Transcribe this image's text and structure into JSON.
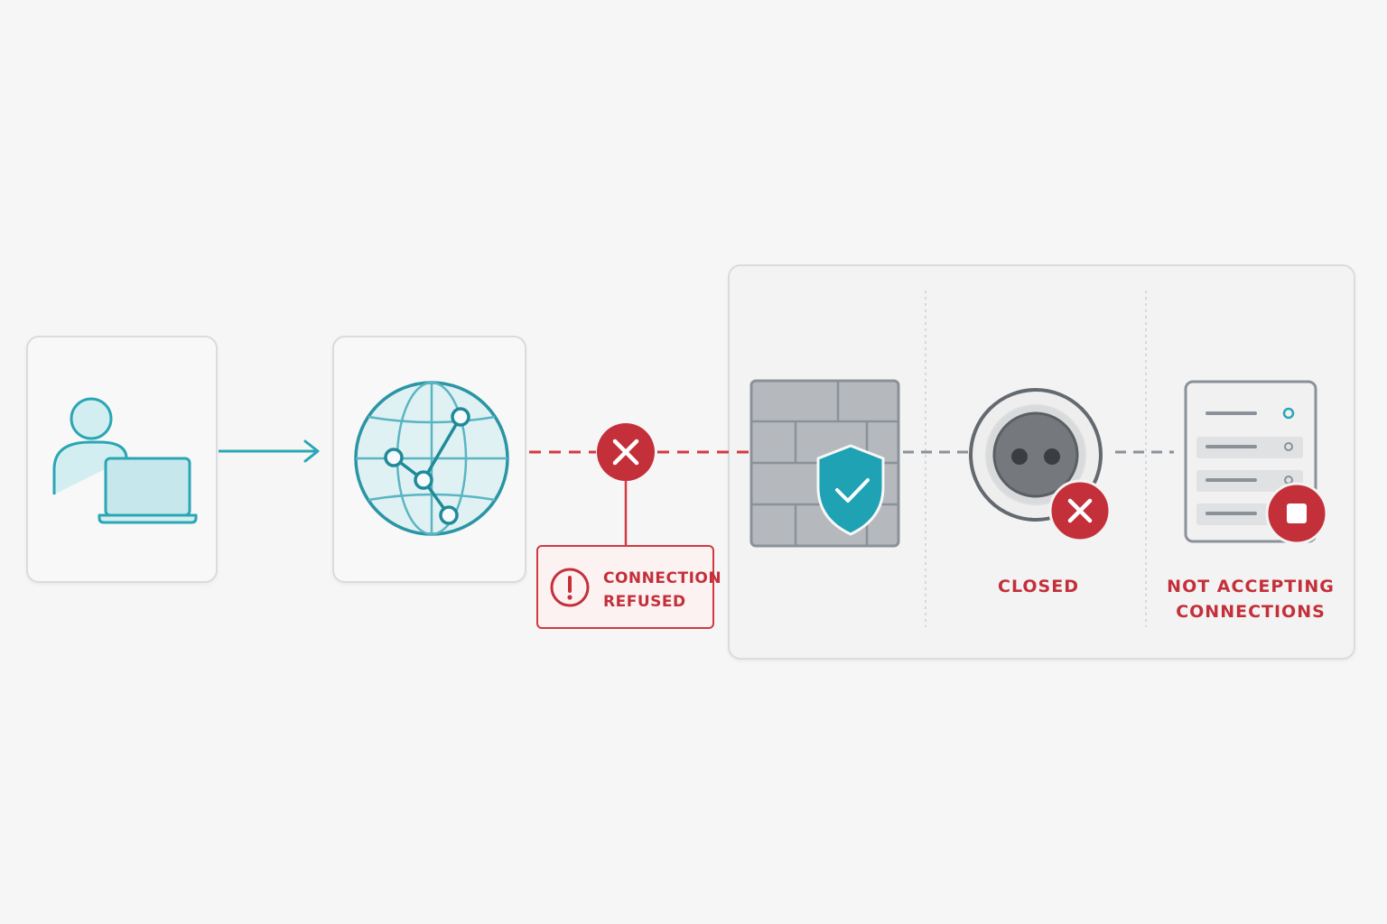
{
  "error": {
    "line1": "CONNECTION",
    "line2": "REFUSED"
  },
  "server_states": {
    "port": {
      "label": "CLOSED"
    },
    "service": {
      "line1": "NOT ACCEPTING",
      "line2": "CONNECTIONS"
    }
  },
  "icons": [
    "user-icon",
    "laptop-icon",
    "globe-network-icon",
    "error-x-icon",
    "alert-icon",
    "firewall-icon",
    "shield-check-icon",
    "closed-port-icon",
    "server-icon",
    "stop-icon"
  ],
  "colors": {
    "accent": "#2aa6b5",
    "error": "#c4303a",
    "neutral": "#8a9198",
    "background": "#f6f6f6"
  }
}
